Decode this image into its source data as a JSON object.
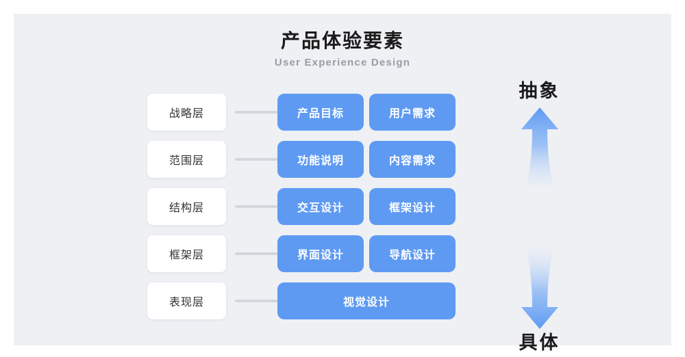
{
  "header": {
    "title": "产品体验要素",
    "subtitle": "User Experience Design"
  },
  "colors": {
    "background": "#eef0f4",
    "page": "#ffffff",
    "box_blue": "#5e9af2",
    "card_white": "#ffffff",
    "connector_gray": "#d3d6dc",
    "title_black": "#1a1a1a",
    "subtitle_gray": "#9a9ca3",
    "label_gray": "#333333"
  },
  "rows": [
    {
      "layer": "战略层",
      "boxes": [
        "产品目标",
        "用户需求"
      ]
    },
    {
      "layer": "范围层",
      "boxes": [
        "功能说明",
        "内容需求"
      ]
    },
    {
      "layer": "结构层",
      "boxes": [
        "交互设计",
        "框架设计"
      ]
    },
    {
      "layer": "框架层",
      "boxes": [
        "界面设计",
        "导航设计"
      ]
    },
    {
      "layer": "表现层",
      "boxes": [
        "视觉设计"
      ]
    }
  ],
  "axis": {
    "top_label": "抽象",
    "bottom_label": "具体",
    "up_arrow_icon": "arrow-up-icon",
    "down_arrow_icon": "arrow-down-icon"
  }
}
